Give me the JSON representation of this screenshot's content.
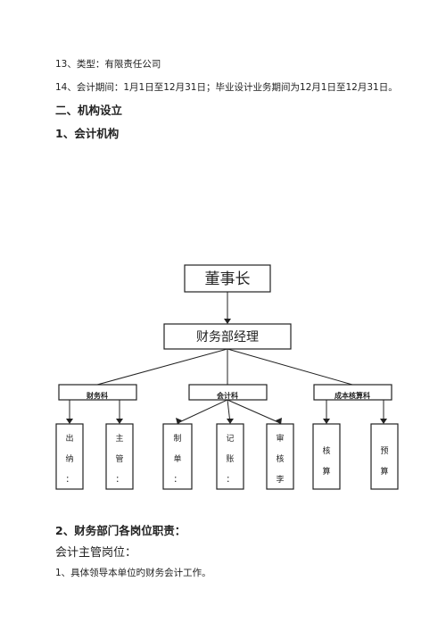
{
  "document": {
    "line13": "13、类型：有限责任公司",
    "line14": "14、会计期间：1月1日至12月31日；毕业设计业务期间为12月1日至12月31日。",
    "section2": "二、机构设立",
    "sub1": "1、会计机构",
    "sub2": "2、财务部门各岗位职责：",
    "post_title": "会计主管岗位：",
    "duty1": "1、具体领导本单位旳财务会计工作。"
  },
  "org_chart": {
    "root": "董事长",
    "manager": "财务部经理",
    "departments": [
      "财务科",
      "会计科",
      "成本核算科"
    ],
    "leaves": [
      {
        "chars": [
          "出",
          "纳",
          "："
        ]
      },
      {
        "chars": [
          "主",
          "管",
          "："
        ]
      },
      {
        "chars": [
          "制",
          "单",
          "："
        ]
      },
      {
        "chars": [
          "记",
          "账",
          "："
        ]
      },
      {
        "chars": [
          "审",
          "核",
          "李"
        ]
      },
      {
        "chars": [
          "核",
          "算"
        ]
      },
      {
        "chars": [
          "预",
          "算"
        ]
      }
    ]
  }
}
